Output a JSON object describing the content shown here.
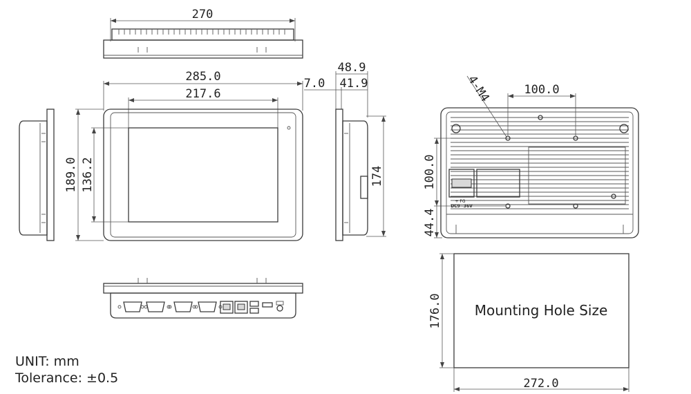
{
  "top_view": {
    "width_label": "270"
  },
  "front_view": {
    "overall_width_label": "285.0",
    "screen_width_label": "217.6",
    "overall_height_label": "189.0",
    "screen_height_label": "136.2"
  },
  "side_view": {
    "depth_total_label": "48.9",
    "depth_body_label": "41.9",
    "bezel_label": "7.0",
    "height_label": "174"
  },
  "rear_view": {
    "hole_callout": "4-M4",
    "hole_spacing_x_label": "100.0",
    "hole_spacing_y_label": "100.0",
    "hole_offset_label": "44.4",
    "power_label_1": "+  FG",
    "power_label_2": "DC9~36V"
  },
  "cutout": {
    "title": "Mounting Hole Size",
    "width_label": "272.0",
    "height_label": "176.0"
  },
  "notes": {
    "unit": "UNIT: mm",
    "tolerance": "Tolerance: ±0.5"
  }
}
